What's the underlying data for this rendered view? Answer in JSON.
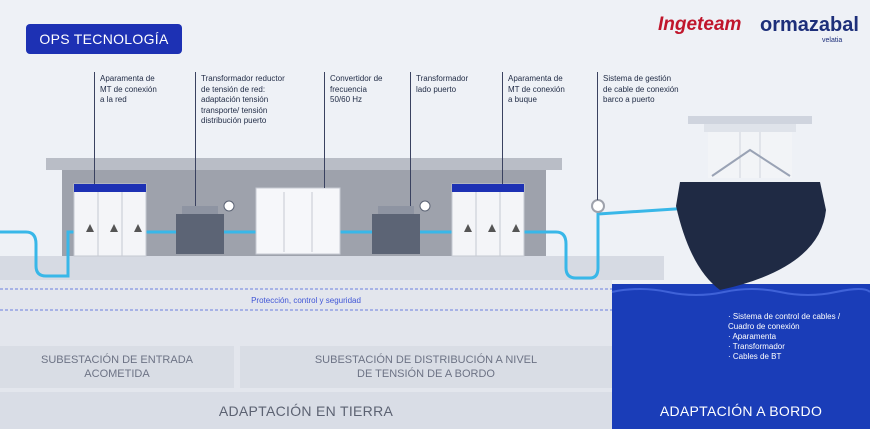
{
  "header": {
    "badge": "OPS TECNOLOGÍA"
  },
  "logos": {
    "ingeteam": "Ingeteam",
    "ormazabal": "ormazabal",
    "velatia": "velatia"
  },
  "callouts": [
    {
      "text": "Aparamenta de\nMT de conexión\na la red"
    },
    {
      "text": "Transformador reductor\nde tensión de red:\nadaptación tensión\ntransporte/ tensión\ndistribución puerto"
    },
    {
      "text": "Convertidor de\nfrecuencia\n50/60 Hz"
    },
    {
      "text": "Transformador\nlado puerto"
    },
    {
      "text": "Aparamenta de\nMT de conexión\na buque"
    },
    {
      "text": "Sistema de gestión\nde cable de conexión\nbarco a puerto"
    }
  ],
  "protection_label": "Protección, control y seguridad",
  "bands": {
    "left": "SUBESTACIÓN DE ENTRADA\nACOMETIDA",
    "right": "SUBESTACIÓN DE DISTRIBUCIÓN A NIVEL\nDE TENSIÓN DE A BORDO"
  },
  "ship_list": "· Sistema de control de cables /\n  Cuadro de conexión\n· Aparamenta\n· Transformador\n· Cables de BT",
  "footer": {
    "tierra": "ADAPTACIÓN EN TIERRA",
    "bordo": "ADAPTACIÓN A BORDO"
  },
  "colors": {
    "accent": "#1d31b4",
    "cable": "#38b7e8",
    "sea": "#1a3db8",
    "hull": "#1f2a44"
  }
}
